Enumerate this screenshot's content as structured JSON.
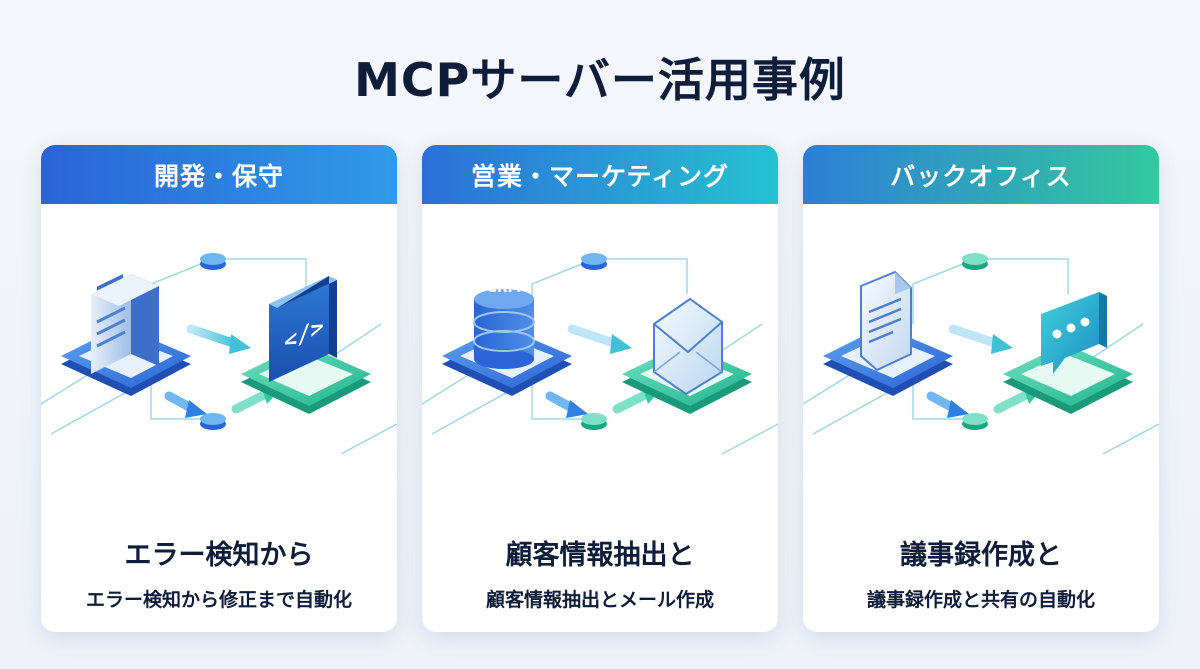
{
  "title": "MCPサーバー活用事例",
  "cards": [
    {
      "header": "開発・保守",
      "icon": "server-icon",
      "target_icon": "code-window-icon",
      "caption_main": "エラー検知から",
      "caption_sub": "エラー検知から修正まで自動化",
      "accent": "#2a64d6"
    },
    {
      "header": "営業・マーケティング",
      "icon": "crm-database-icon",
      "icon_label": "CRM",
      "target_icon": "envelope-icon",
      "caption_main": "顧客情報抽出と",
      "caption_sub": "顧客情報抽出とメール作成",
      "accent": "#25c2cf"
    },
    {
      "header": "バックオフィス",
      "icon": "document-icon",
      "target_icon": "chat-bubble-icon",
      "caption_main": "議事録作成と",
      "caption_sub": "議事録作成と共有の自動化",
      "accent": "#33c99e"
    }
  ]
}
